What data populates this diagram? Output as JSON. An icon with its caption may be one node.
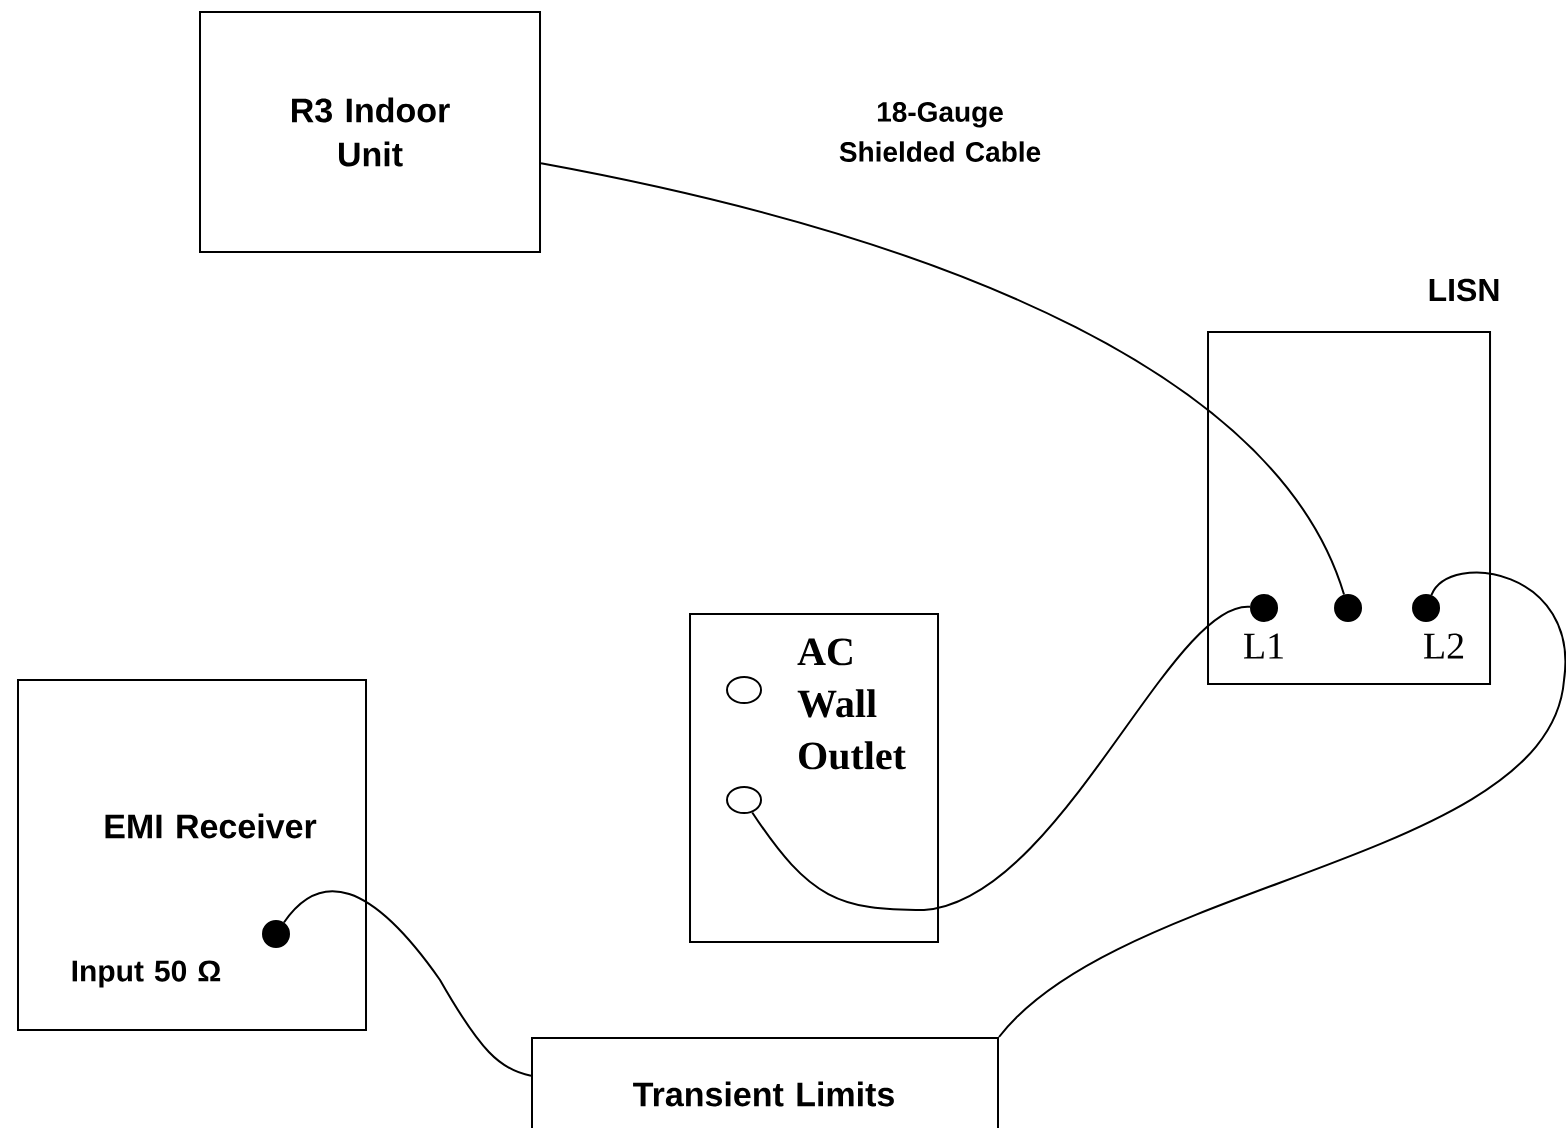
{
  "diagram": {
    "nodes": [
      {
        "text": [
          "R3 Indoor Unit"
        ]
      },
      {
        "text": [
          "LISN"
        ]
      },
      {
        "text": [],
        "shape": "circle",
        "in": 1,
        "beside": [
          "L1"
        ]
      },
      {
        "text": [],
        "shape": "circle",
        "in": 1
      },
      {
        "text": [],
        "shape": "circle",
        "in": 1,
        "beside": [
          "L2"
        ]
      },
      {
        "text": [
          "AC Wall Outlet"
        ]
      },
      {
        "text": [],
        "shape": "circle",
        "in": 5
      },
      {
        "text": [],
        "shape": "circle",
        "in": 5
      },
      {
        "text": [
          "EMI Receiver",
          "Input 50 Ω"
        ]
      },
      {
        "text": [],
        "shape": "circle",
        "in": 8
      },
      {
        "text": [
          "Transient Limits"
        ]
      }
    ],
    "edges": [
      {
        "from": 0,
        "to": 3,
        "arrow": "none",
        "label": "18-Gauge Shielded Cable"
      },
      {
        "from": 7,
        "to": 2,
        "arrow": "none"
      },
      {
        "from": 9,
        "to": 10,
        "arrow": "none"
      },
      {
        "from": 4,
        "to": 10,
        "arrow": "none"
      }
    ]
  }
}
